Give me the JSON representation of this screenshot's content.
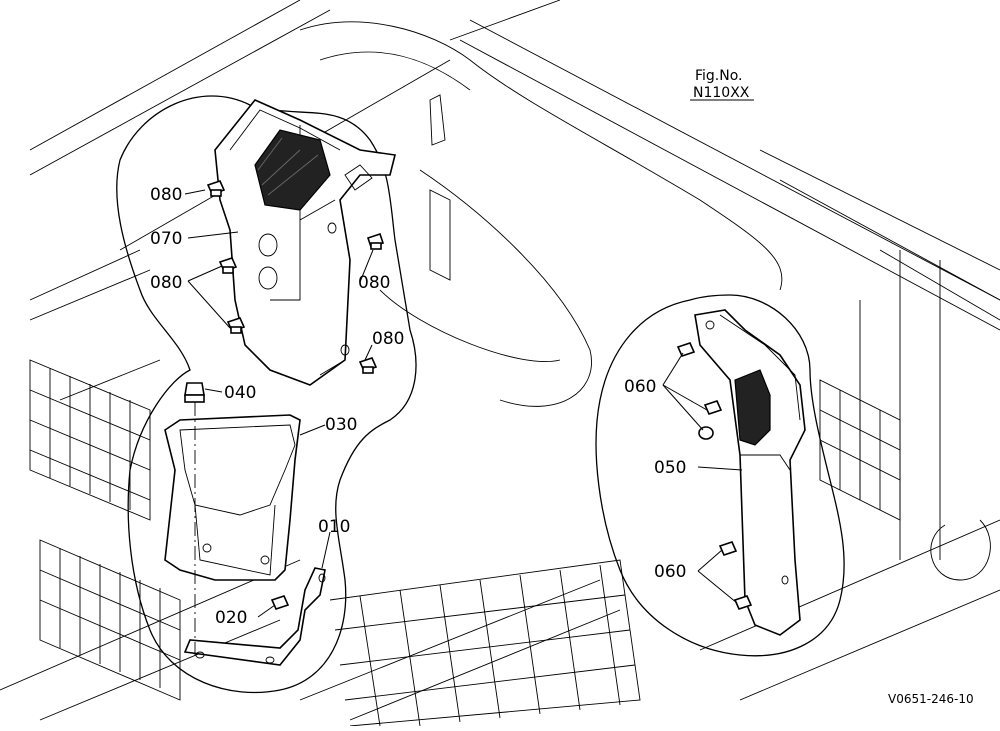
{
  "figure": {
    "fig_label": "Fig.No.",
    "fig_number": "N110XX",
    "drawing_code": "V0651-246-10"
  },
  "callouts": {
    "p010": "010",
    "p020": "020",
    "p030": "030",
    "p040": "040",
    "p050": "050",
    "p060_top": "060",
    "p060_bottom": "060",
    "p070": "070",
    "p080_a": "080",
    "p080_b": "080",
    "p080_c": "080",
    "p080_d": "080"
  }
}
